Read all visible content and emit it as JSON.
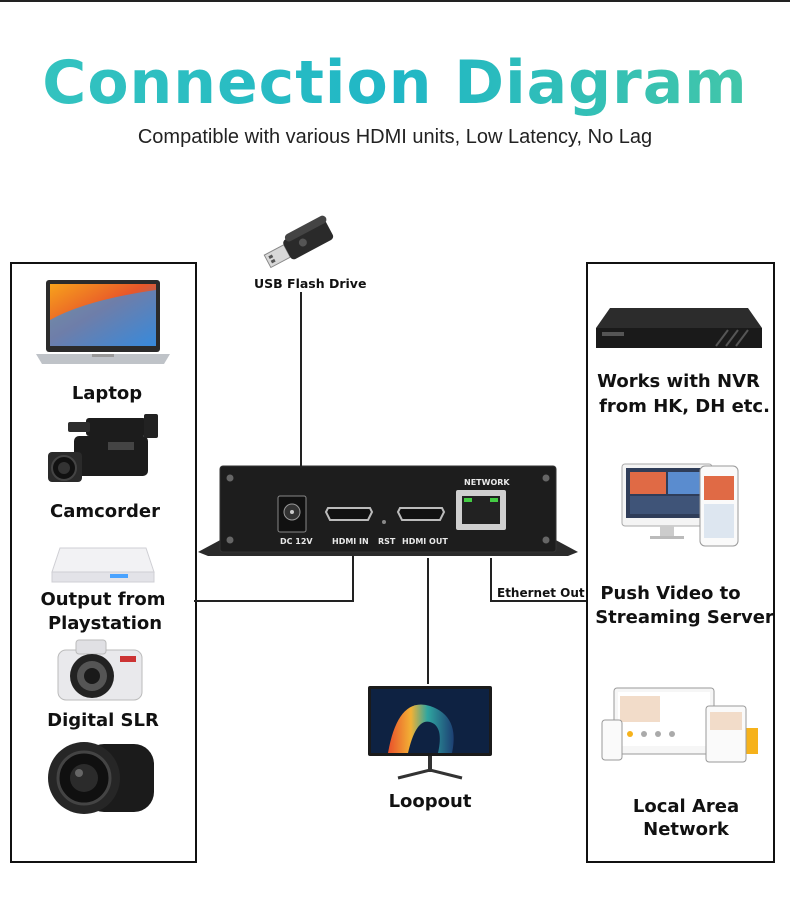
{
  "header": {
    "title": "Connection Diagram",
    "subtitle": "Compatible with various HDMI units, Low Latency, No Lag"
  },
  "top": {
    "usb_label": "USB Flash Drive"
  },
  "inputs": {
    "laptop": "Laptop",
    "camcorder": "Camcorder",
    "playstation_line1": "Output from",
    "playstation_line2": "Playstation",
    "dslr": "Digital SLR"
  },
  "device": {
    "network": "NETWORK",
    "dc": "DC 12V",
    "hdmi_in": "HDMI IN",
    "rst": "RST",
    "hdmi_out": "HDMI OUT"
  },
  "outputs": {
    "nvr_line1": "Works with NVR",
    "nvr_line2": "from HK, DH etc.",
    "stream_line1": "Push Video to",
    "stream_line2": "Streaming Server",
    "lan": "Local Area Network",
    "ethernet_out": "Ethernet Out",
    "loopout": "Loopout"
  },
  "colors": {
    "title_gradient_start": "#34c3bf",
    "title_gradient_end": "#42c6a9",
    "line": "#222222"
  }
}
